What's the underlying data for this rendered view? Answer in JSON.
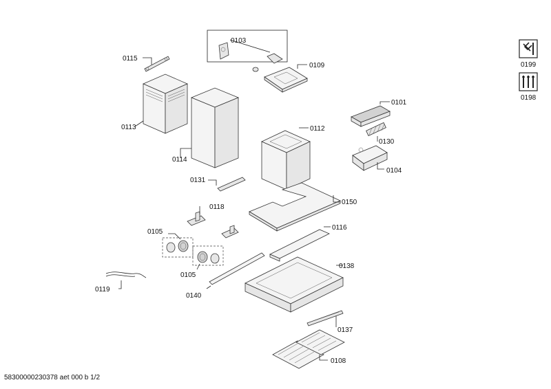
{
  "labels": {
    "p0103": "0103",
    "p0109": "0109",
    "p0115": "0115",
    "p0113": "0113",
    "p0114": "0114",
    "p0101": "0101",
    "p0130": "0130",
    "p0104": "0104",
    "p0112": "0112",
    "p0131": "0131",
    "p0150": "0150",
    "p0118": "0118",
    "p0116": "0116",
    "p0105a": "0105",
    "p0105b": "0105",
    "p0138": "0138",
    "p0119": "0119",
    "p0140": "0140",
    "p0137": "0137",
    "p0108": "0108"
  },
  "tools": {
    "t0199": "0199",
    "t0198": "0198"
  },
  "footer": "58300000230378 aet 000 b 1/2"
}
